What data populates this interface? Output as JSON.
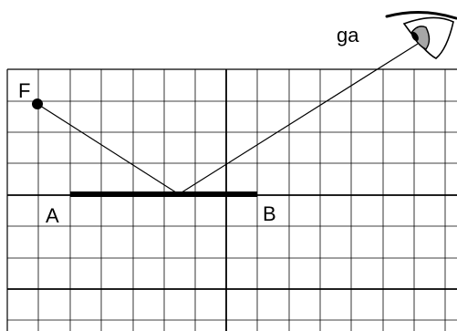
{
  "labels": {
    "point_f": "F",
    "point_a": "A",
    "point_b": "B",
    "eye": "ga"
  },
  "colors": {
    "grid": "#000000",
    "mirror": "#000000",
    "ray": "#000000",
    "eye_iris": "#a6a6a6",
    "background": "#ffffff"
  },
  "icons": {
    "eye": "eye-icon"
  }
}
